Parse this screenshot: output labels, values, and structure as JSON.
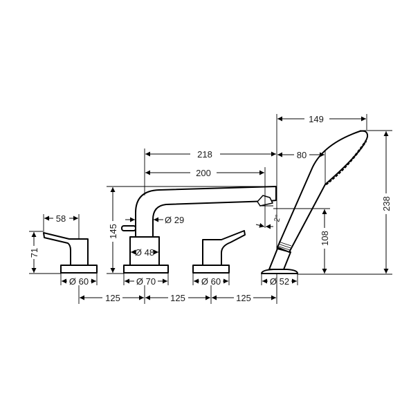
{
  "drawing": {
    "type": "technical dimension drawing",
    "subject": "4-hole bath-edge mixer set with spout, two handles and handshower",
    "units": "mm"
  },
  "dimensions": {
    "left_handle_width": "58",
    "left_handle_height": "71",
    "left_base_dia": "Ø 60",
    "spout_total_height": "145",
    "spout_body_dia": "Ø 29",
    "spout_base_inner_dia": "Ø 48",
    "spout_base_dia": "Ø 70",
    "spout_reach_outer": "218",
    "spout_reach": "200",
    "spout_angle": "2°",
    "right_base_dia": "Ø 60",
    "handshower_base_dia": "Ø 52",
    "handshower_width": "149",
    "handshower_offset": "80",
    "handshower_total_height": "238",
    "spout_outlet_height": "108",
    "spacing_1": "125",
    "spacing_2": "125",
    "spacing_3": "125"
  }
}
